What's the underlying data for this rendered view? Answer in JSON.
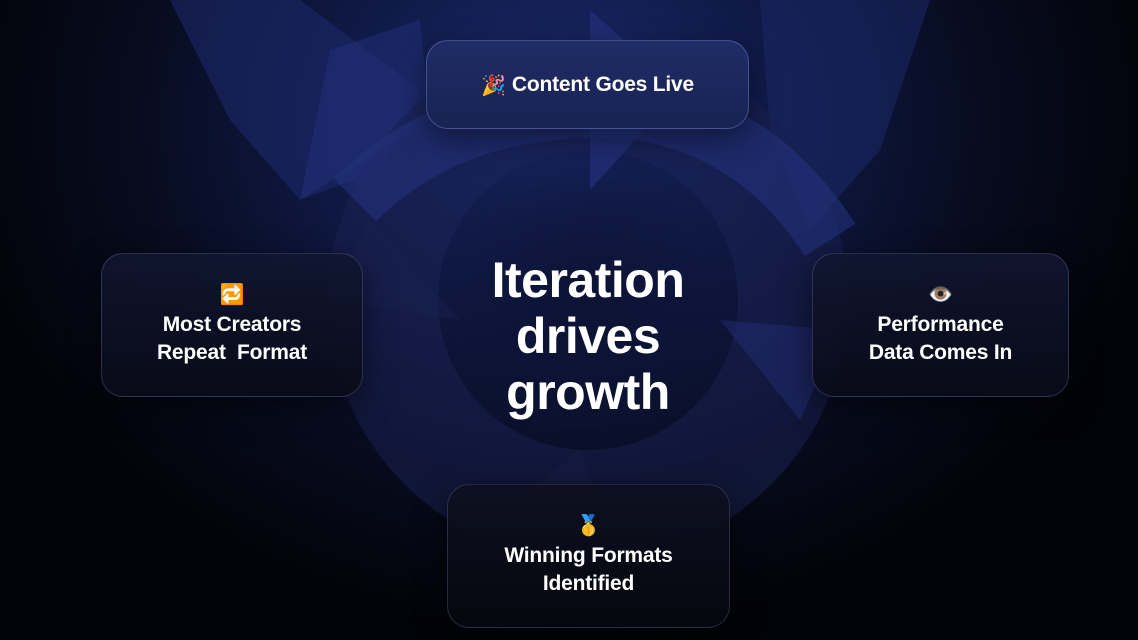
{
  "center": {
    "title": "Iteration drives growth"
  },
  "nodes": {
    "top": {
      "emoji": "🎉",
      "icon": "party-popper-icon",
      "label": "Content Goes Live"
    },
    "right": {
      "emoji": "👁️",
      "icon": "eye-icon",
      "label_line1": "Performance",
      "label_line2": "Data Comes In"
    },
    "bottom": {
      "emoji": "🥇",
      "icon": "gold-medal-icon",
      "label_line1": "Winning Formats",
      "label_line2": "Identified"
    },
    "left": {
      "emoji": "🔁",
      "icon": "repeat-icon",
      "label_line1": "Most Creators",
      "label_line2": "Repeat  Format"
    }
  },
  "colors": {
    "background_dark": "#020308",
    "background_glow": "#1b2a6e",
    "accent_blue": "#23307a",
    "text": "#ffffff"
  }
}
